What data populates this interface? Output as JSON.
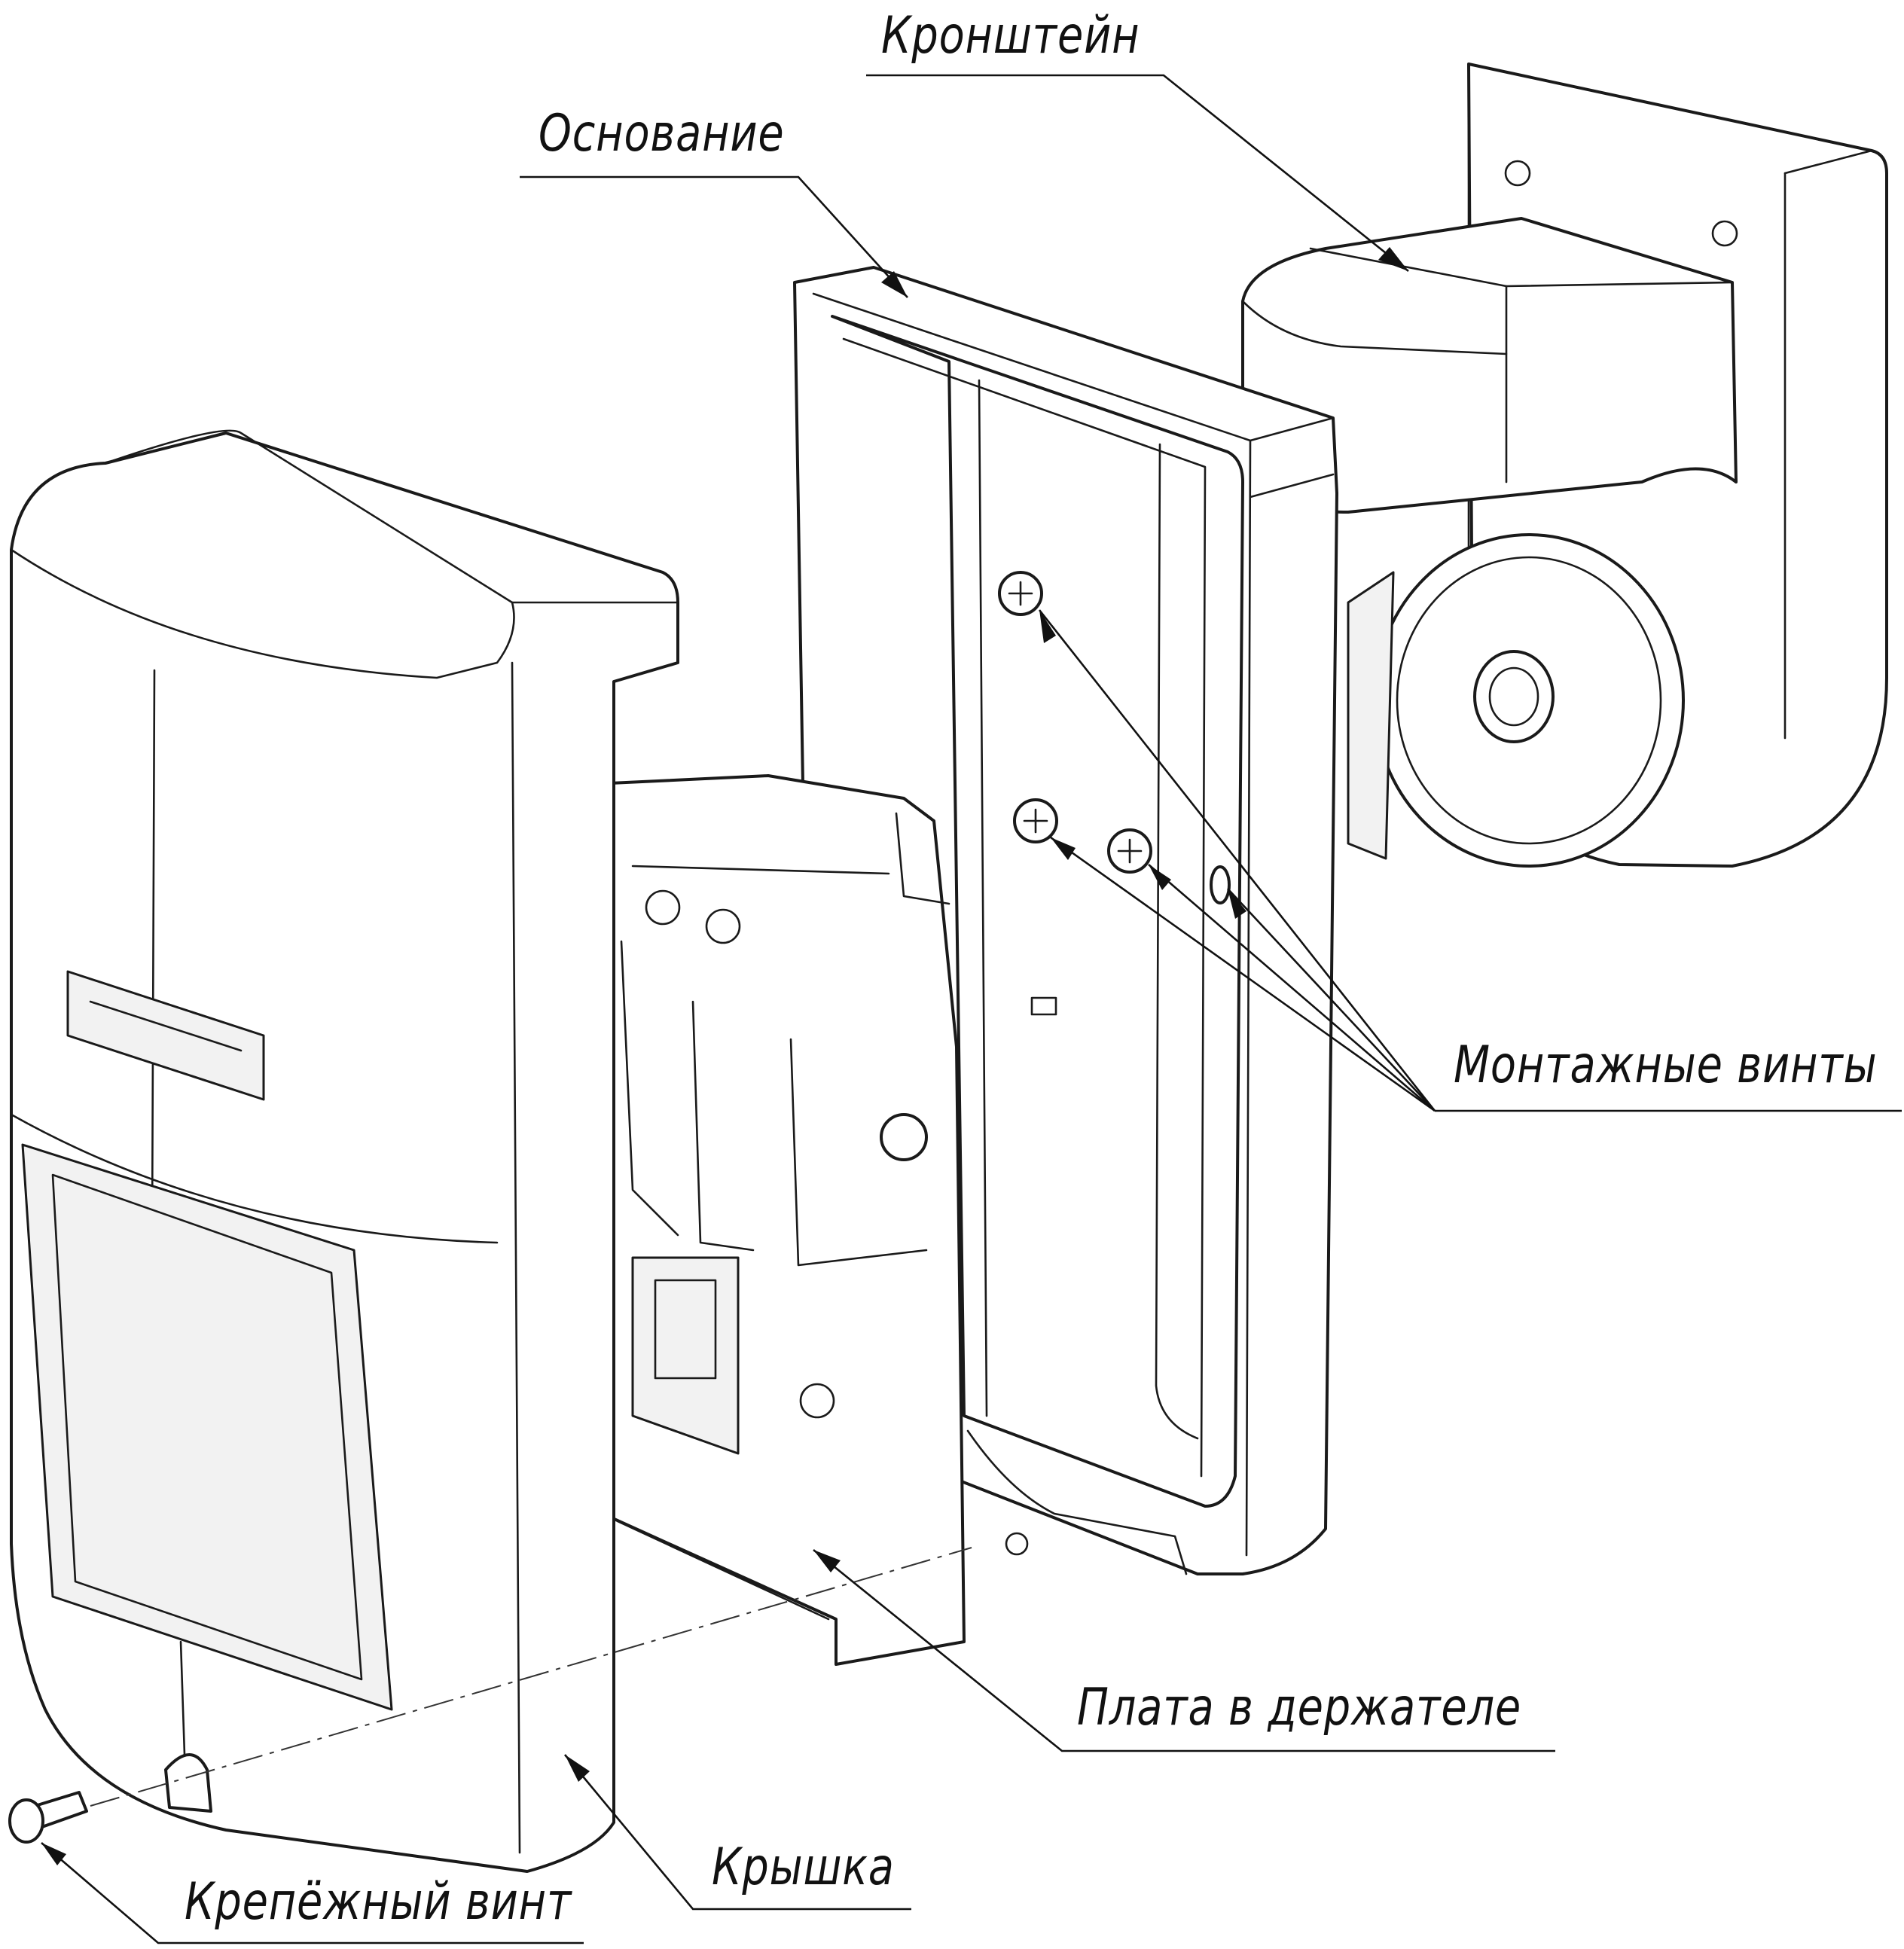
{
  "labels": {
    "bracket": "Кронштейн",
    "base": "Основание",
    "mounting_screws": "Монтажные винты",
    "board_in_holder": "Плата в держателе",
    "cover": "Крышка",
    "fixing_screw": "Крепёжный винт"
  }
}
